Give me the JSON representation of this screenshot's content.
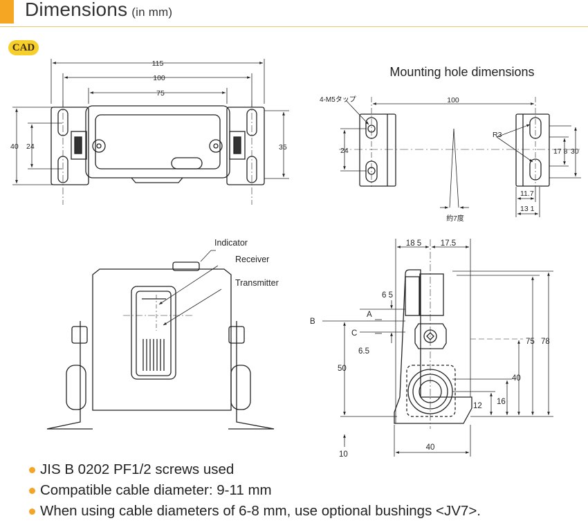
{
  "header": {
    "title": "Dimensions",
    "unit": "(in mm)"
  },
  "cad_badge": "CAD",
  "front_view": {
    "overall_width": "115",
    "hole_pitch": "100",
    "body_width": "75",
    "height_outer": "40",
    "height_inner": "24",
    "height_right": "35"
  },
  "mounting": {
    "title": "Mounting hole dimensions",
    "tap_label": "4-M5タップ",
    "pitch": "100",
    "spacing": "24",
    "r_label": "R3",
    "slot_a": "17 8",
    "slot_b": "30",
    "dim_a": "11.7",
    "dim_b": "13 1",
    "angle": "約7度"
  },
  "callouts": {
    "indicator": "Indicator",
    "receiver": "Receiver",
    "transmitter": "Transmitter"
  },
  "side_view": {
    "top_left": "18 5",
    "top_right": "17.5",
    "a_offset": "6 5",
    "c_offset": "6.5",
    "label_a": "A",
    "label_b": "B",
    "label_c": "C",
    "h50": "50",
    "h75": "75",
    "h78": "78",
    "h40": "40",
    "h12": "12",
    "h16": "16",
    "base": "10",
    "width": "40"
  },
  "notes": [
    "JIS B 0202 PF1/2 screws used",
    "Compatible cable diameter: 9-11 mm",
    "When using cable diameters of 6-8 mm, use optional bushings <JV7>."
  ]
}
